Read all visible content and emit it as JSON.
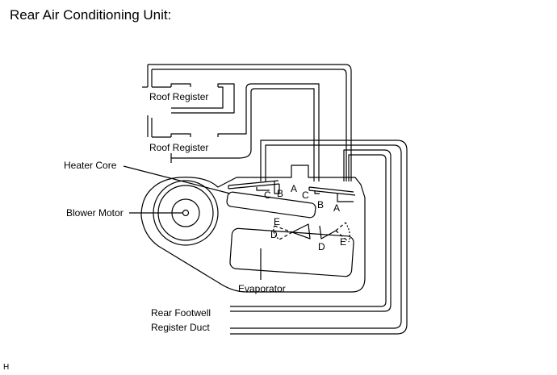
{
  "title": "Rear Air Conditioning Unit:",
  "figure_id": "H",
  "labels": {
    "roof_register_upper": "Roof Register",
    "roof_register_lower": "Roof Register",
    "heater_core": "Heater Core",
    "blower_motor": "Blower Motor",
    "evaporator": "Evaporator",
    "rear_footwell_line1": "Rear Footwell",
    "rear_footwell_line2": "Register Duct"
  },
  "damper_letters": {
    "c_left": "C",
    "b_left": "B",
    "a_center": "A",
    "c_center": "C",
    "b_right": "B",
    "a_right": "A",
    "e_left": "E",
    "d_left": "D",
    "d_right": "D",
    "e_right": "E"
  },
  "colors": {
    "line": "#000000",
    "background": "#ffffff"
  }
}
